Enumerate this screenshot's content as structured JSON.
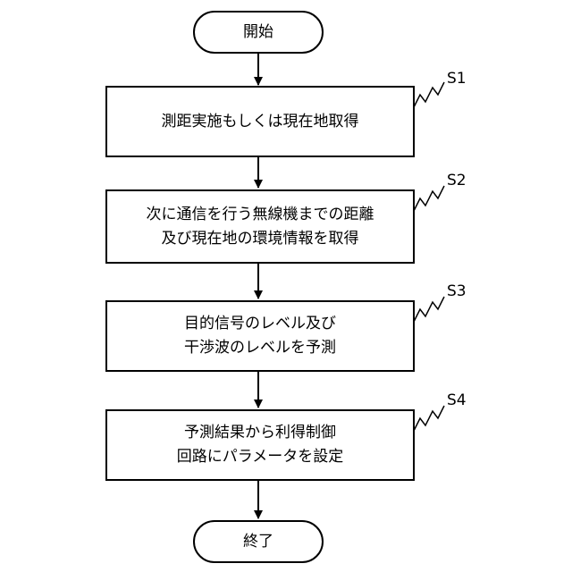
{
  "flowchart": {
    "start": {
      "label": "開始"
    },
    "steps": [
      {
        "id": "S1",
        "lines": [
          "測距実施もしくは現在地取得"
        ]
      },
      {
        "id": "S2",
        "lines": [
          "次に通信を行う無線機までの距離",
          "及び現在地の環境情報を取得"
        ]
      },
      {
        "id": "S3",
        "lines": [
          "目的信号のレベル及び",
          "干渉波のレベルを予測"
        ]
      },
      {
        "id": "S4",
        "lines": [
          "予測結果から利得制御",
          "回路にパラメータを設定"
        ]
      }
    ],
    "end": {
      "label": "終了"
    }
  }
}
